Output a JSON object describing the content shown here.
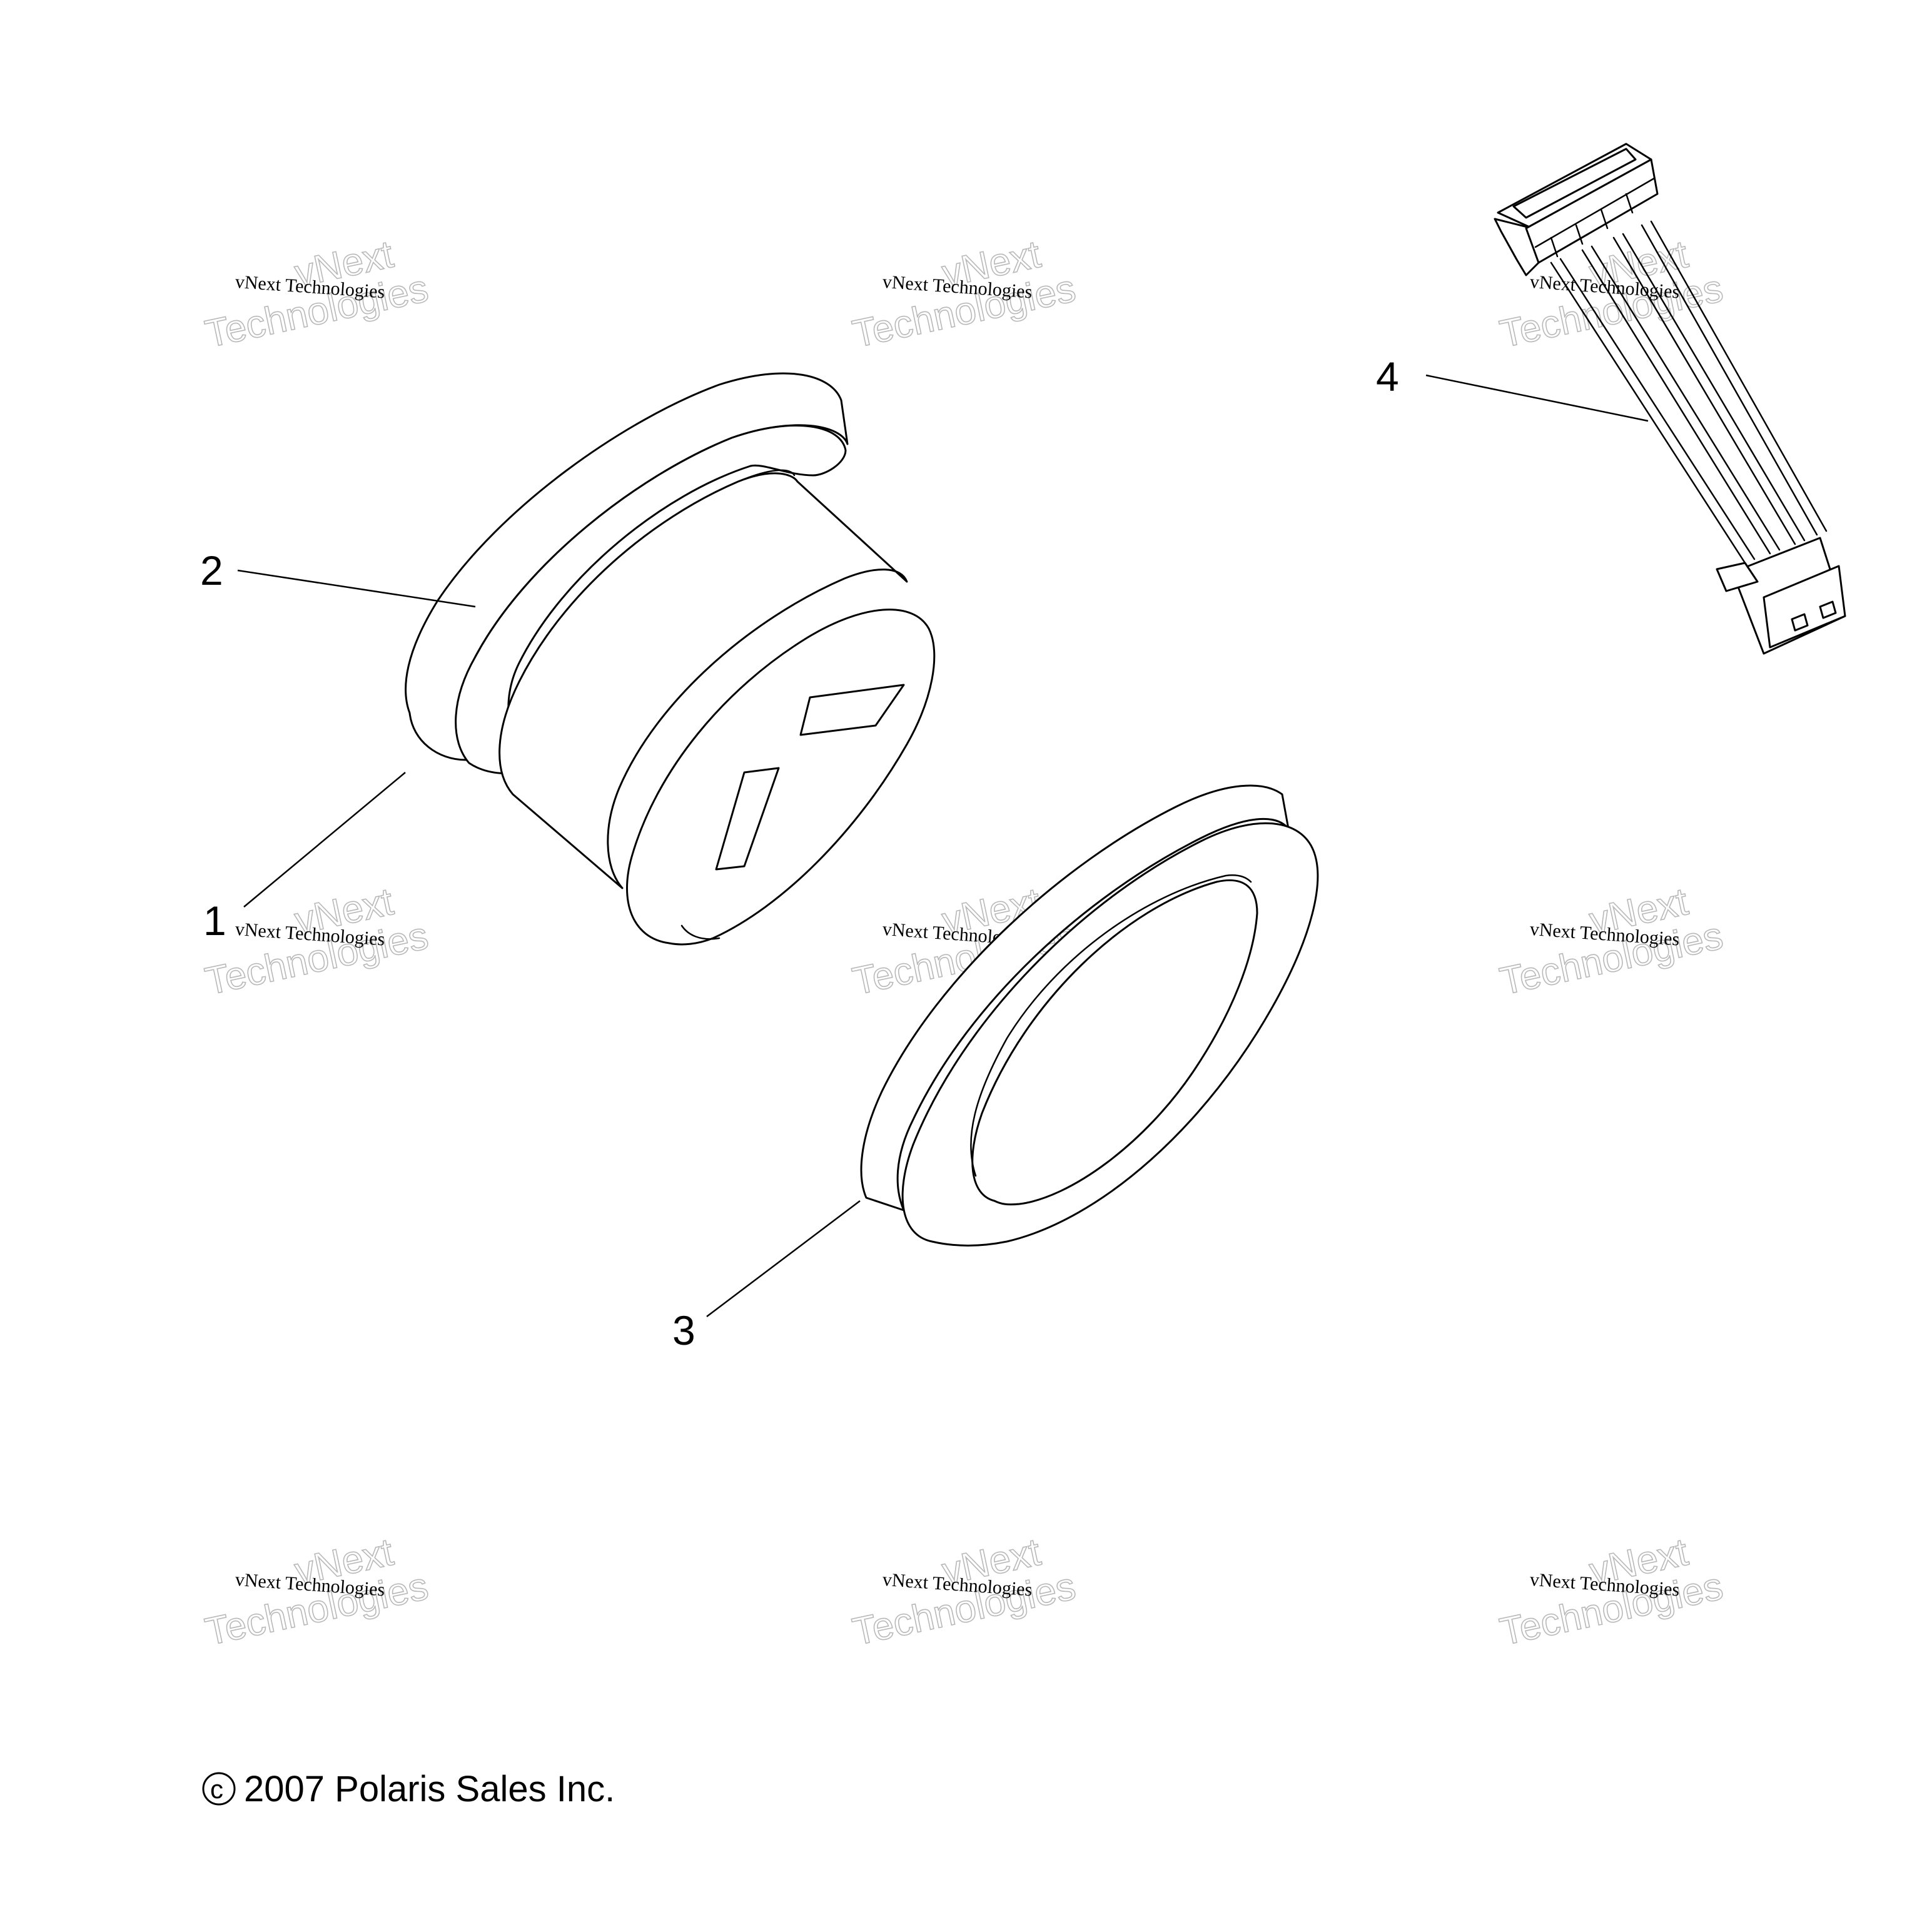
{
  "diagram": {
    "callouts": [
      {
        "id": "1",
        "label": "1"
      },
      {
        "id": "2",
        "label": "2"
      },
      {
        "id": "3",
        "label": "3"
      },
      {
        "id": "4",
        "label": "4"
      }
    ],
    "watermark": {
      "small": "vNext Technologies",
      "big_line1": "vNext",
      "big_line2": "Technologies"
    },
    "copyright": {
      "symbol": "c",
      "text": "2007 Polaris Sales Inc."
    }
  }
}
